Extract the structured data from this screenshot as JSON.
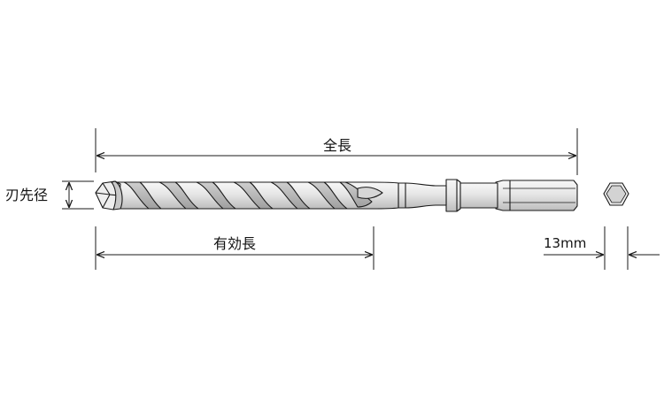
{
  "labels": {
    "overall_length": "全長",
    "tip_diameter": "刃先径",
    "effective_length": "有効長",
    "hex_size": "13mm"
  },
  "colors": {
    "line": "#1a1a1a",
    "metal_light": "#f2f2f2",
    "metal_mid": "#d9d9d9",
    "metal_dark": "#b5b5b5",
    "flute_shadow": "#a9a9a9"
  }
}
